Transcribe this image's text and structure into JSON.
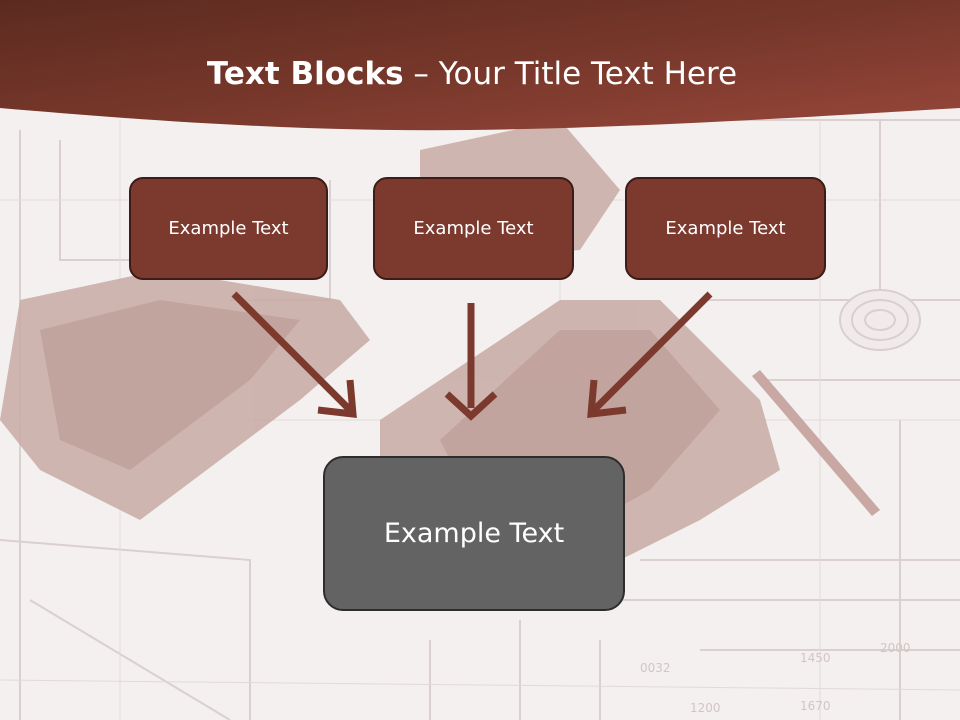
{
  "title": {
    "bold": "Text Blocks",
    "rest": " – Your Title Text Here"
  },
  "blocks": [
    {
      "label": "Example Text"
    },
    {
      "label": "Example Text"
    },
    {
      "label": "Example Text"
    }
  ],
  "center_block": {
    "label": "Example Text"
  },
  "colors": {
    "header": "#7a3528",
    "box_fill": "#7b3a2d",
    "center_fill": "#636363",
    "arrow": "#7b3a2d"
  }
}
